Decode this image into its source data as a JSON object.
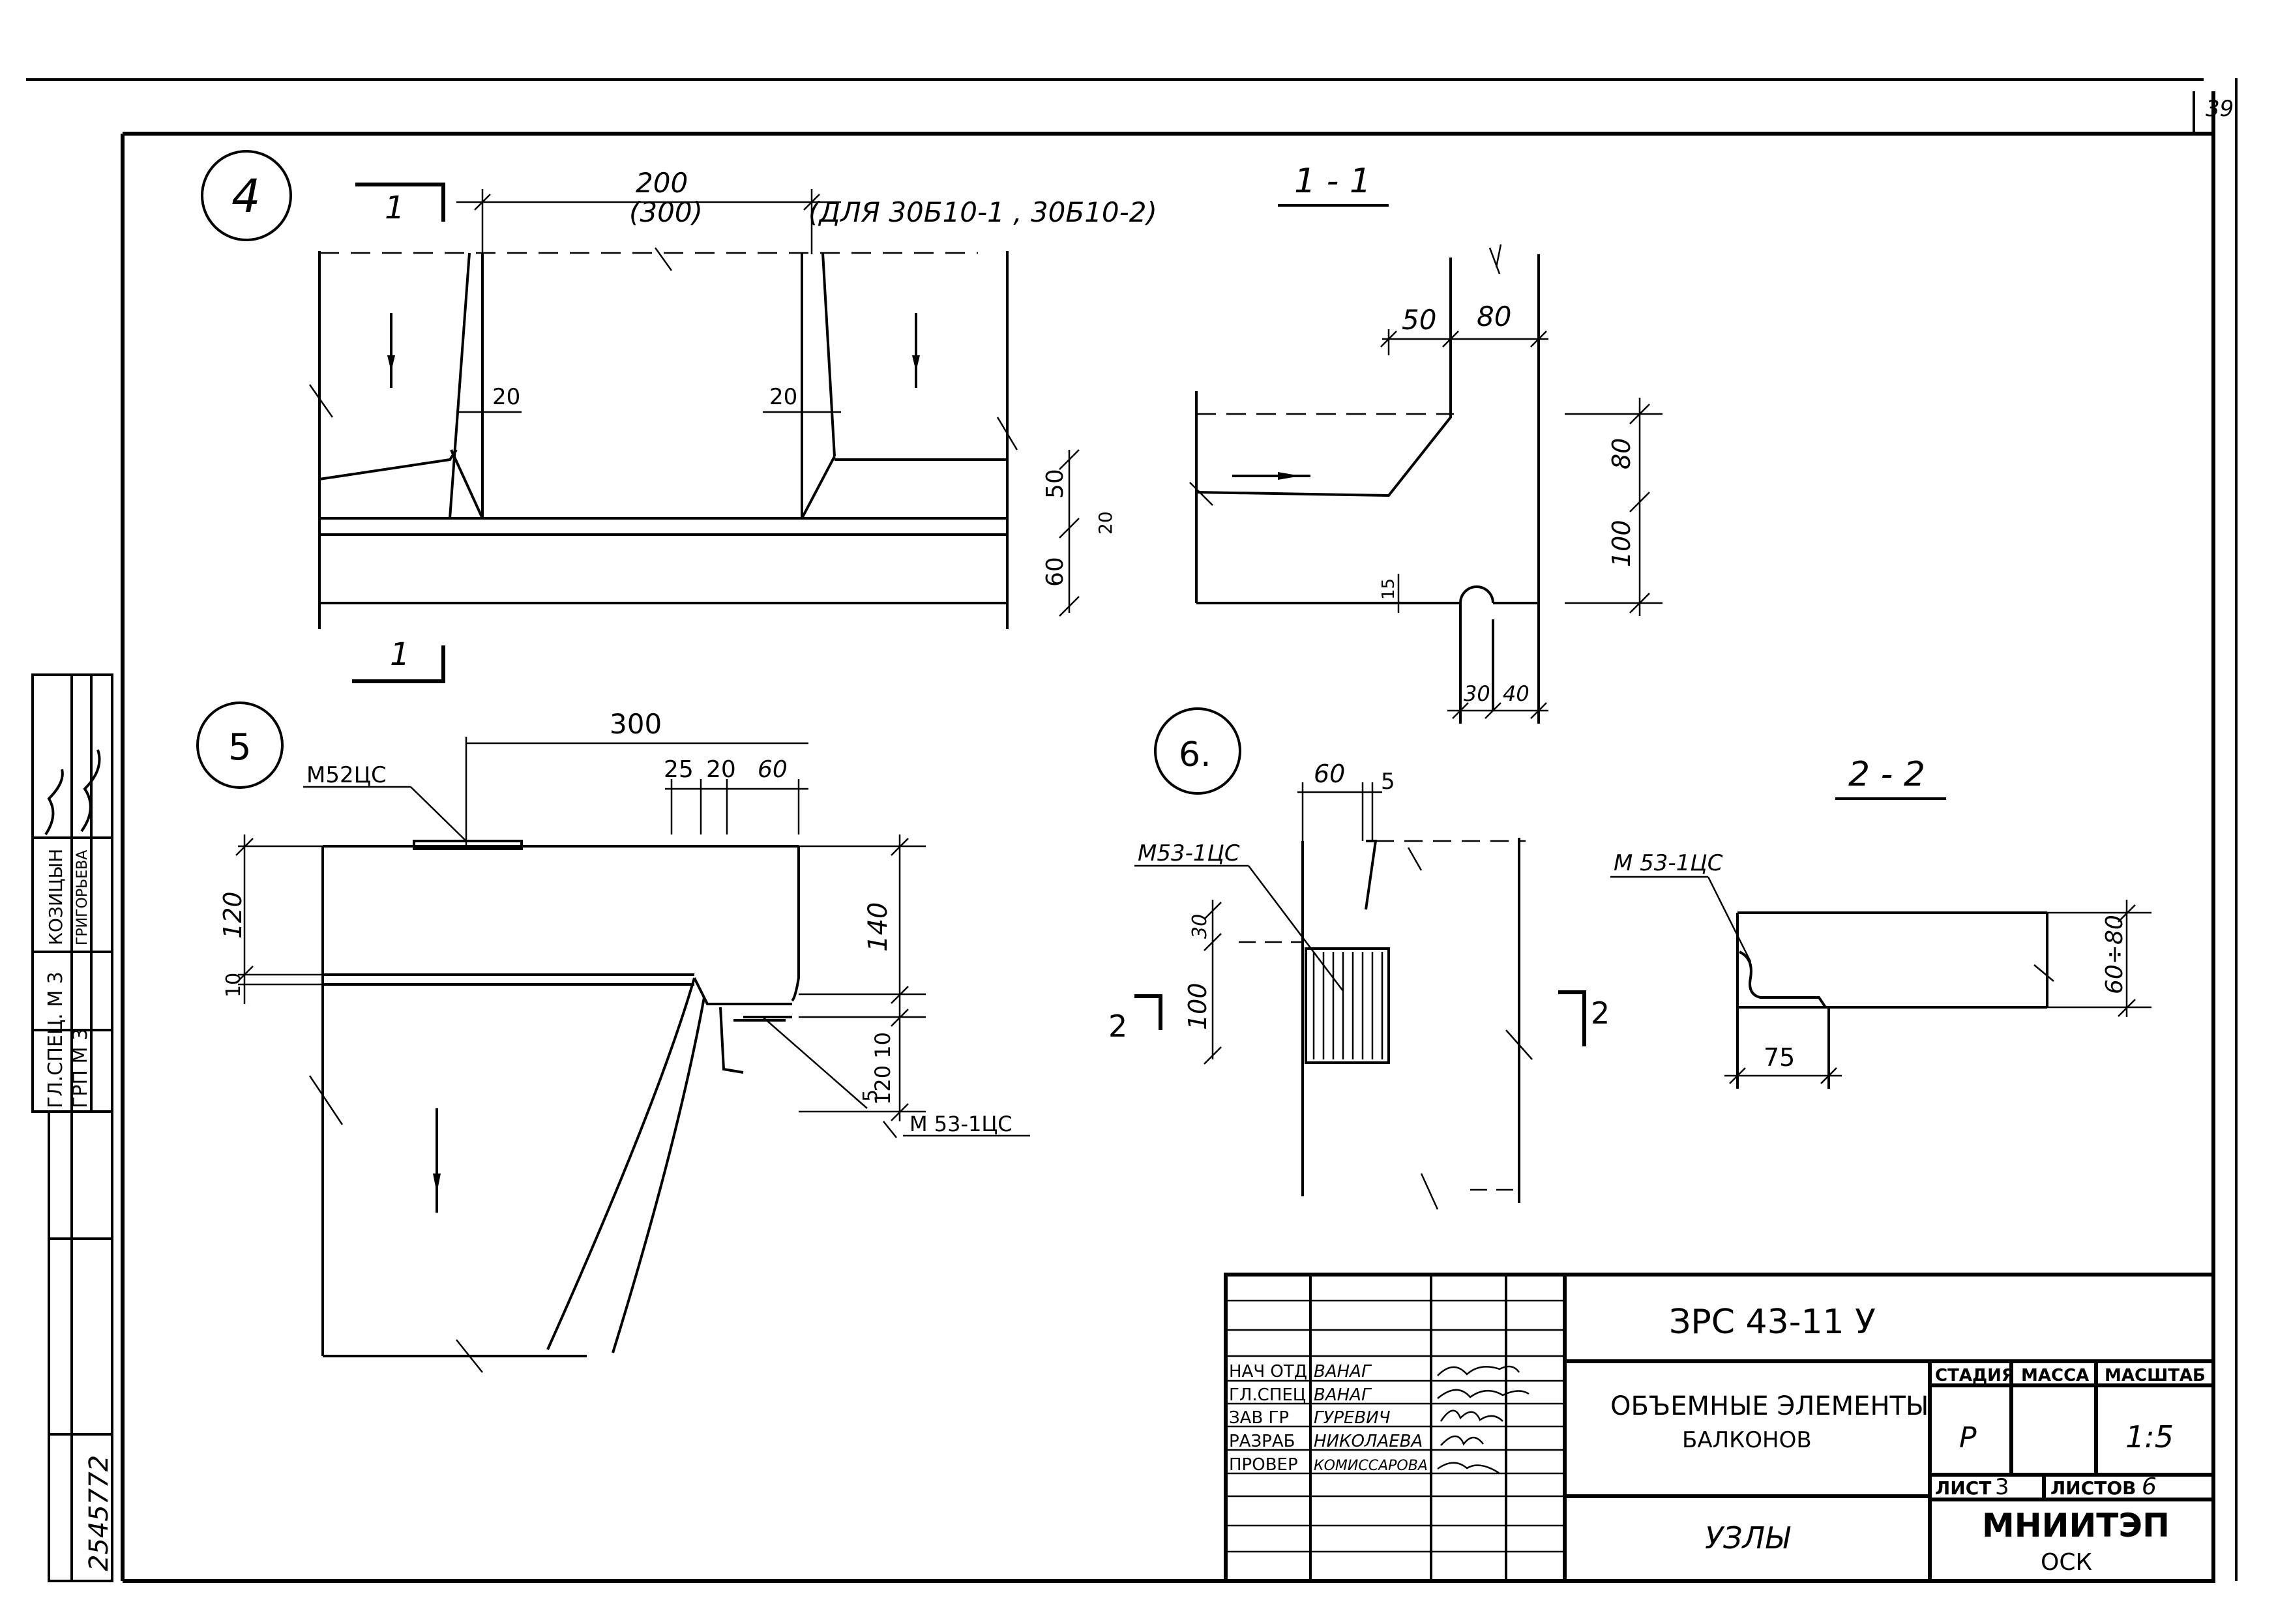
{
  "sheet_corner_number": "39",
  "node4": {
    "circle_label": "4",
    "dim_top": "200",
    "dim_top_alt": "(300)",
    "note": "(ДЛЯ 30Б10-1 , 30Б10-2)",
    "dim_20_left": "20",
    "dim_20_right": "20",
    "dim_50": "50",
    "dim_60": "60",
    "dim_20_small": "20",
    "section_mark_top": "1",
    "section_mark_bottom": "1"
  },
  "section11": {
    "title": "1 - 1",
    "dim_50": "50",
    "dim_80": "80",
    "dim_80_v": "80",
    "dim_100": "100",
    "dim_15": "15",
    "dim_30": "30",
    "dim_40": "40"
  },
  "node5": {
    "circle_label": "5",
    "dim_300": "300",
    "dim_25": "25",
    "dim_20": "20",
    "dim_60": "60",
    "label_m52": "М52ЦС",
    "dim_120": "120",
    "dim_10": "10",
    "dim_140": "140",
    "dim_120_10": "120 10",
    "dim_5": "5",
    "label_m53": "М 53-1ЦС"
  },
  "node6": {
    "circle_label": "6.",
    "dim_60": "60",
    "dim_5": "5",
    "label_m53": "М53-1ЦС",
    "dim_30": "30",
    "dim_100": "100",
    "mark_left": "2",
    "mark_right": "2"
  },
  "section22": {
    "title": "2 - 2",
    "label_m53": "М 53-1ЦС",
    "dim_60_80": "60÷80",
    "dim_75": "75"
  },
  "left_stamp": {
    "row1_role": "ГЛ.СПЕЦ. М 3",
    "row1_name": "КОЗИЦЫН",
    "row2_role": "ГРП М 3",
    "row2_name": "ГРИГОРЬЕВА",
    "archive_no": "2545772"
  },
  "title_block": {
    "doc_code": "ЗРС 43-11 У",
    "people": [
      {
        "role": "НАЧ ОТД",
        "name": "ВАНАГ"
      },
      {
        "role": "ГЛ.СПЕЦ",
        "name": "ВАНАГ"
      },
      {
        "role": "ЗАВ ГР",
        "name": "ГУРЕВИЧ"
      },
      {
        "role": "РАЗРАБ",
        "name": "НИКОЛАЕВА"
      },
      {
        "role": "ПРОВЕР",
        "name": "КОМИССАРОВА"
      }
    ],
    "title_line1": "ОБЪЕМНЫЕ ЭЛЕМЕНТЫ",
    "title_line2": "БАЛКОНОВ",
    "subtitle": "УЗЛЫ",
    "hdr_stage": "СТАДИЯ",
    "hdr_mass": "МАССА",
    "hdr_scale": "МАСШТАБ",
    "stage": "Р",
    "scale": "1:5",
    "sheet_label": "ЛИСТ",
    "sheet_no": "3",
    "sheets_label": "ЛИСТОВ",
    "sheets_total": "6",
    "org1": "МНИИТЭП",
    "org2": "ОСК"
  }
}
